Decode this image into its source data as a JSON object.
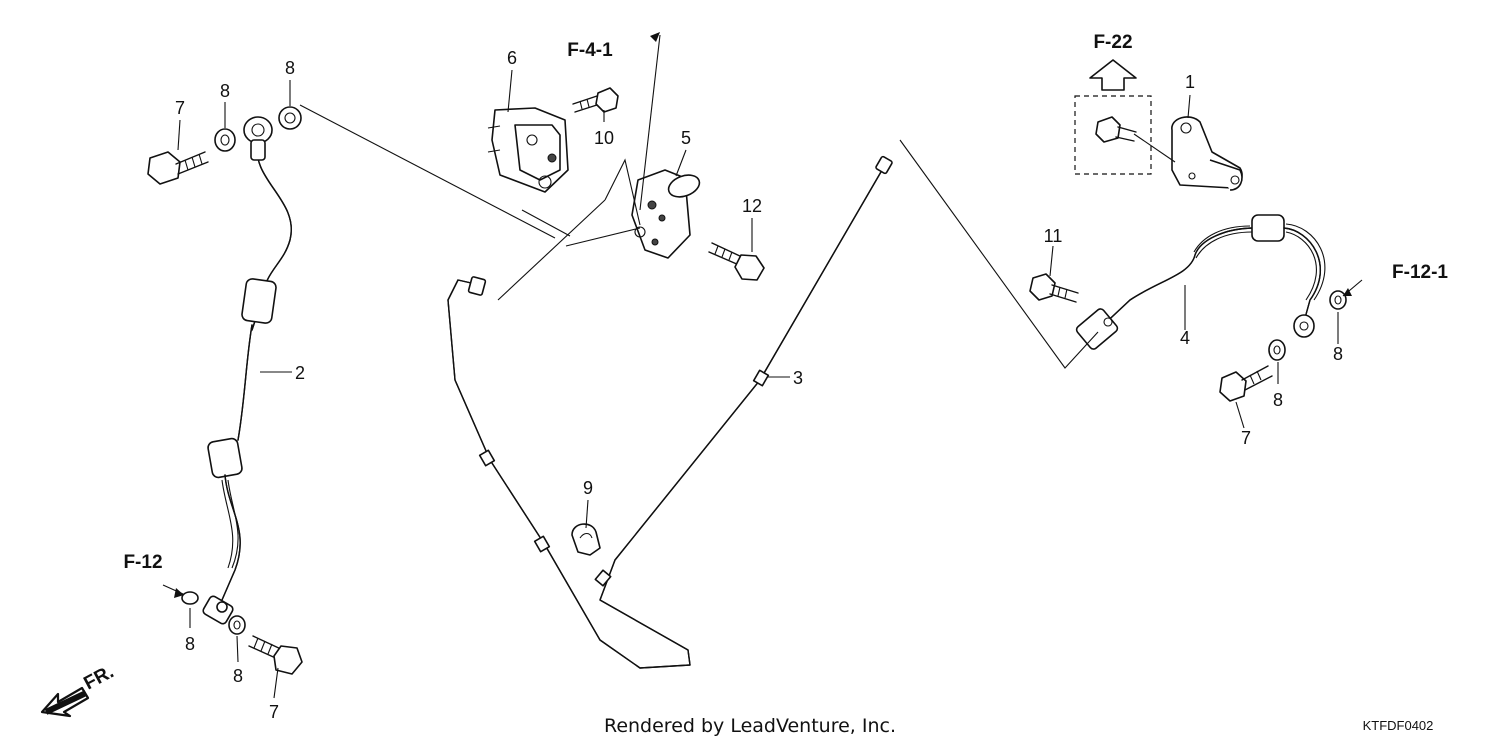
{
  "diagram": {
    "part_labels": {
      "p1": "1",
      "p2": "2",
      "p3": "3",
      "p4": "4",
      "p5": "5",
      "p6": "6",
      "p7a": "7",
      "p7b": "7",
      "p7c": "7",
      "p8a": "8",
      "p8b": "8",
      "p8c": "8",
      "p8d": "8",
      "p8e": "8",
      "p8f": "8",
      "p9": "9",
      "p10": "10",
      "p11": "11",
      "p12": "12"
    },
    "references": {
      "f41": "F-4-1",
      "f22": "F-22",
      "f121": "F-12-1",
      "f12": "F-12"
    },
    "front_label": "FR.",
    "footer": "Rendered by LeadVenture, Inc.",
    "code": "KTFDF0402"
  }
}
